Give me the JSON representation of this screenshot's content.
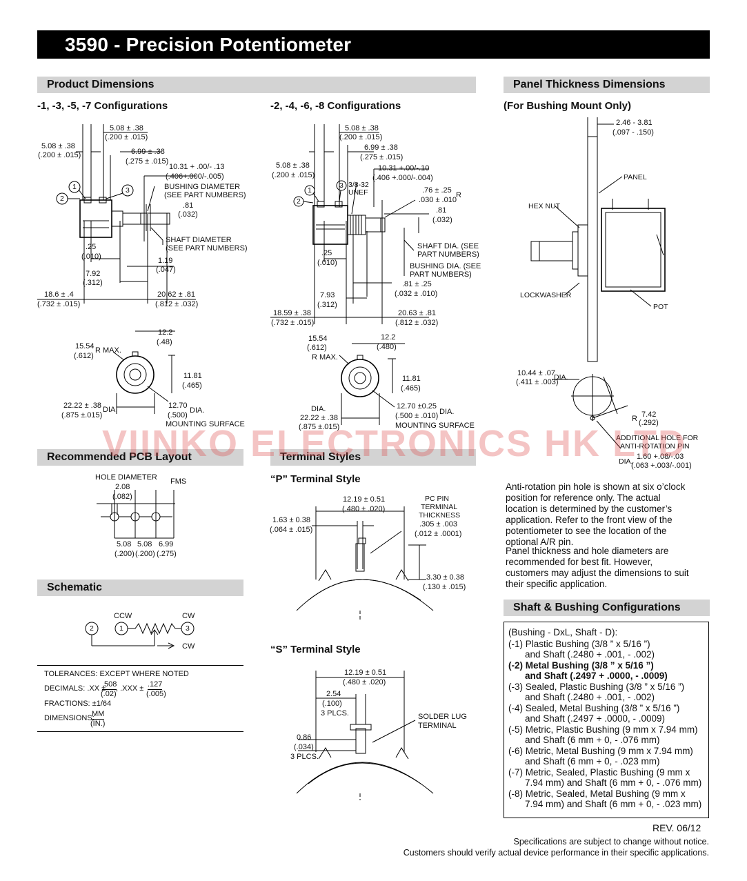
{
  "title": "3590 - Precision Potentiometer",
  "sections": {
    "product_dimensions": "Product Dimensions",
    "panel_thickness": "Panel Thickness Dimensions",
    "pcb_layout": "Recommended PCB Layout",
    "terminal_styles": "Terminal Styles",
    "schematic": "Schematic",
    "shaft_bushing": "Shaft & Bushing Configurations"
  },
  "subtitles": {
    "config_odd": "-1, -3, -5, -7 Configurations",
    "config_even": "-2, -4, -6, -8 Configurations",
    "bushing_mount": "(For Bushing Mount Only)",
    "p_terminal": "“P” Terminal Style",
    "s_terminal": "“S” Terminal Style"
  },
  "config_odd_dims": {
    "d1": "5.08 ± .38",
    "d1b": "(.200 ± .015)",
    "d2": "5.08  ± .38",
    "d2b": "(.200 ± .015)",
    "d3": "6.99 ± .38",
    "d3b": "(.275 ± .015)",
    "d4": "10.31 + .00/- .13",
    "d4b": "(.406+.000/-.005)",
    "bushing_dia": "BUSHING DIAMETER",
    "bushing_dia2": "(SEE PART NUMBERS)",
    "d5": ".81",
    "d5b": "(.032)",
    "shaft_dia": "SHAFT DIAMETER",
    "shaft_dia2": "(SEE PART NUMBERS)",
    "d6": ".25",
    "d6b": "(.010)",
    "d7": "1.19",
    "d7b": "(.047)",
    "d8": "7.92",
    "d8b": "(.312)",
    "d9": "18.6 ± .4",
    "d9b": "(.732 ± .015)",
    "d10": "20.62 ± .81",
    "d10b": "(.812 ± .032)",
    "f1": "12.2",
    "f1b": "(.48)",
    "f2": "15.54",
    "f2b": "(.612)",
    "rmax": "R MAX.",
    "f3": "11.81",
    "f3b": "(.465)",
    "f4": "22.22 ± .38",
    "f4b": "(.875 ±.015)",
    "dia": "DIA.",
    "f5": "12.70",
    "f5b": "(.500)",
    "dia2": "DIA.",
    "mount": "MOUNTING SURFACE",
    "t1": "1",
    "t2": "2",
    "t3": "3"
  },
  "config_even_dims": {
    "d1": "5.08 ± .38",
    "d1b": "(.200 ± .015)",
    "d2": "5.08  ± .38",
    "d2b": "(.200 ± .015)",
    "d3": "6.99 ± .38",
    "d3b": "(.275 ± .015)",
    "d4": "10.31 +.00/-.10",
    "d4b": "(.406 +.000/-.004)",
    "unef": "3/8-32",
    "unef2": "UNEF",
    "d5": ".76 ± .25",
    "d5b": ".030 ± .010",
    "r": "R",
    "d6": ".81",
    "d6b": "(.032)",
    "shaft_dia": "SHAFT DIA. (SEE",
    "shaft_dia2": "PART NUMBERS)",
    "bush_dia": "BUSHING DIA. (SEE",
    "bush_dia2": "PART NUMBERS)",
    "d7": ".25",
    "d7b": "(.010)",
    "d8": ".81 ± .25",
    "d8b": "(.032 ± .010)",
    "d9": "7.93",
    "d9b": "(.312)",
    "d10": "18.59 ± .38",
    "d10b": "(.732 ± .015)",
    "d11": "20.63 ± .81",
    "d11b": "(.812 ± .032)",
    "f1": "15.54",
    "f1b": "(.612)",
    "rmax": "R MAX.",
    "f2": "12.2",
    "f2b": "(.480)",
    "f3": "11.81",
    "f3b": "(.465)",
    "f4": "DIA.",
    "f4a": "22.22 ± .38",
    "f4b": "(.875 ±.015)",
    "f5": "12.70 ±0.25",
    "f5b": "(.500 ± .010)",
    "dia2": "DIA.",
    "mount": "MOUNTING SURFACE",
    "t1": "1",
    "t2": "2",
    "t3": "3"
  },
  "panel": {
    "d1": "2.46 - 3.81",
    "d1b": "(.097 - .150)",
    "panel": "PANEL",
    "hexnut": "HEX NUT",
    "lockwasher": "LOCKWASHER",
    "pot": "POT",
    "d2": "10.44 ± .07",
    "d2b": "(.411 ± .003)",
    "dia": "DIA.",
    "r": "R",
    "d3": "7.42",
    "d3b": "(.292)",
    "hole1": "ADDITIONAL HOLE FOR",
    "hole2": "ANTI-ROTATION PIN",
    "dia2": "DIA.",
    "d4": "1.60 +.08/-.03",
    "d4b": "(.063 +.003/-.001)",
    "para1": "Anti-rotation pin hole is shown at six o’clock position for reference only. The actual location is determined by the customer’s application. Refer to the front view of the potentiometer to see the location of the optional A/R pin.",
    "para2": "Panel thickness and hole diameters are recommended for best fit. However, customers may adjust the dimensions to suit their specific application."
  },
  "pcb": {
    "hole": "HOLE DIAMETER",
    "hd": "2.08",
    "hdb": "(.082)",
    "fms": "FMS",
    "s1": "5.08",
    "s1b": "(.200)",
    "s2": "5.08",
    "s2b": "(.200)",
    "s3": "6.99",
    "s3b": "(.275)"
  },
  "p_term": {
    "w": "12.19 ± 0.51",
    "wb": "(.480 ± .020)",
    "a": "1.63 ± 0.38",
    "ab": "(.064 ± .015)",
    "pc1": "PC PIN",
    "pc2": "TERMINAL",
    "pc3": "THICKNESS",
    "t": ".305 ± .003",
    "tb": "(.012 ± .0001)",
    "h": "3.30 ± 0.38",
    "hb": "(.130 ± .015)"
  },
  "s_term": {
    "w": "12.19 ± 0.51",
    "wb": "(.480 ± .020)",
    "a": "2.54",
    "ab": "(.100)",
    "ac": "3 PLCS.",
    "lug1": "SOLDER LUG",
    "lug2": "TERMINAL",
    "b": "0.86",
    "bb": "(.034)",
    "bc": "3 PLCS."
  },
  "schematic": {
    "ccw": "CCW",
    "cw": "CW",
    "cw2": "CW",
    "n1": "1",
    "n2": "2",
    "n3": "3"
  },
  "tolerances": {
    "title": "TOLERANCES: EXCEPT WHERE NOTED",
    "decimals": "DECIMALS: .XX ±",
    "xx_num": ".508",
    "xx_den": "(.02)",
    "xxx": ", .XXX ±",
    "xxx_num": ".127",
    "xxx_den": "(.005)",
    "fractions": "FRACTIONS: ±1/64",
    "dimensions": "DIMENSIONS:",
    "mm": "MM",
    "in": "(IN.)"
  },
  "shaft_configs": {
    "header": "(Bushing - DxL, Shaft - D):",
    "items": [
      {
        "l1": "(-1) Plastic Bushing (3/8 ” x 5/16 ”)",
        "l2": "and Shaft (.2480 + .001, - .002)",
        "bold": false
      },
      {
        "l1": "(-2) Metal Bushing (3/8 ” x 5/16 ”)",
        "l2": "and Shaft (.2497 + .0000, - .0009)",
        "bold": true
      },
      {
        "l1": "(-3) Sealed, Plastic Bushing (3/8 ” x 5/16 ”)",
        "l2": "and Shaft (.2480 + .001, - .002)",
        "bold": false
      },
      {
        "l1": "(-4) Sealed, Metal Bushing (3/8 ” x 5/16 ”)",
        "l2": "and Shaft (.2497 + .0000, - .0009)",
        "bold": false
      },
      {
        "l1": "(-5) Metric, Plastic Bushing (9 mm x 7.94 mm)",
        "l2": "and Shaft (6 mm + 0, - .076 mm)",
        "bold": false
      },
      {
        "l1": "(-6) Metric, Metal Bushing (9 mm x 7.94 mm)",
        "l2": "and Shaft (6 mm + 0, - .023 mm)",
        "bold": false
      },
      {
        "l1": "(-7) Metric, Sealed, Plastic Bushing (9 mm x",
        "l2": "7.94 mm) and Shaft (6 mm + 0, - .076 mm)",
        "bold": false
      },
      {
        "l1": "(-8) Metric, Sealed, Metal Bushing (9 mm x",
        "l2": "7.94 mm) and Shaft (6 mm + 0, - .023 mm)",
        "bold": false
      }
    ]
  },
  "footer": {
    "rev": "REV. 06/12",
    "note1": "Specifications are subject to change without notice.",
    "note2": "Customers should verify actual device performance in their specific applications."
  },
  "watermark": "VIINKO ELECTRONICS HK LTD"
}
